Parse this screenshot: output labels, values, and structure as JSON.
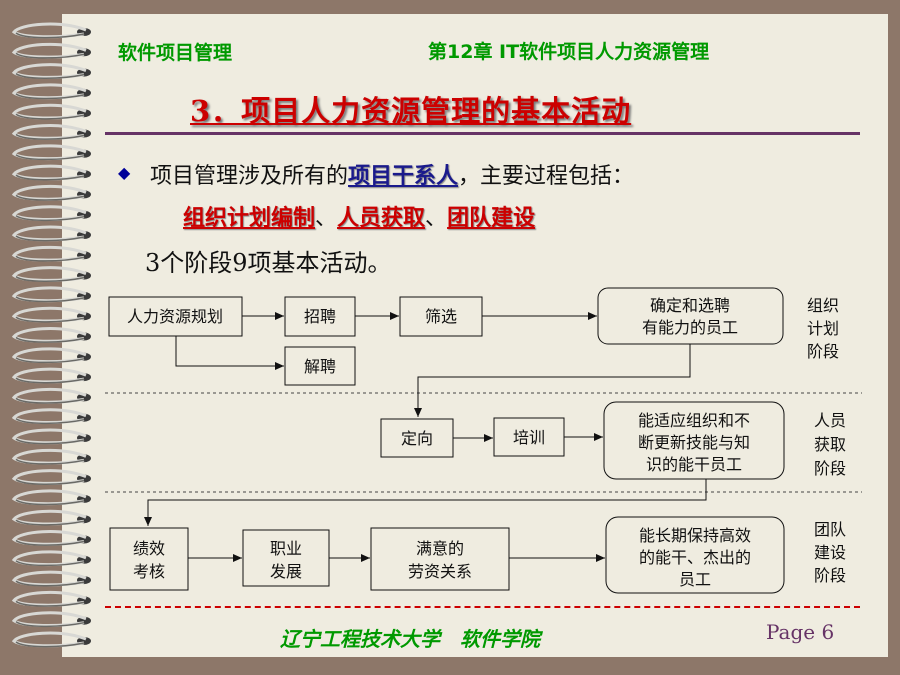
{
  "header": {
    "left": "软件项目管理",
    "right": "第12章 IT软件项目人力资源管理"
  },
  "title": "3．项目人力资源管理的基本活动",
  "body": {
    "line1_prefix": "项目管理涉及所有的",
    "line1_link": "项目干系人",
    "line1_suffix": "，主要过程包括：",
    "process1": "组织计划编制",
    "sep": "、",
    "process2": "人员获取",
    "process3": "团队建设",
    "line3": "3个阶段9项基本活动。"
  },
  "diagram": {
    "stage1": {
      "boxes": [
        "人力资源规划",
        "招聘",
        "筛选",
        "解聘"
      ],
      "result": [
        "确定和选聘",
        "有能力的员工"
      ],
      "label": [
        "组织",
        "计划",
        "阶段"
      ]
    },
    "stage2": {
      "boxes": [
        "定向",
        "培训"
      ],
      "result": [
        "能适应组织和不",
        "断更新技能与知",
        "识的能干员工"
      ],
      "label": [
        "人员",
        "获取",
        "阶段"
      ]
    },
    "stage3": {
      "boxes": [
        [
          "绩效",
          "考核"
        ],
        [
          "职业",
          "发展"
        ],
        [
          "满意的",
          "劳资关系"
        ]
      ],
      "result": [
        "能长期保持高效",
        "的能干、杰出的",
        "员工"
      ],
      "label": [
        "团队",
        "建设",
        "阶段"
      ]
    }
  },
  "footer": {
    "school": "辽宁工程技术大学　软件学院",
    "page": "Page 6"
  },
  "colors": {
    "background": "#8d7769",
    "page": "#efece0",
    "header_green": "#009900",
    "title_red": "#cc0000",
    "rule": "#663366"
  }
}
